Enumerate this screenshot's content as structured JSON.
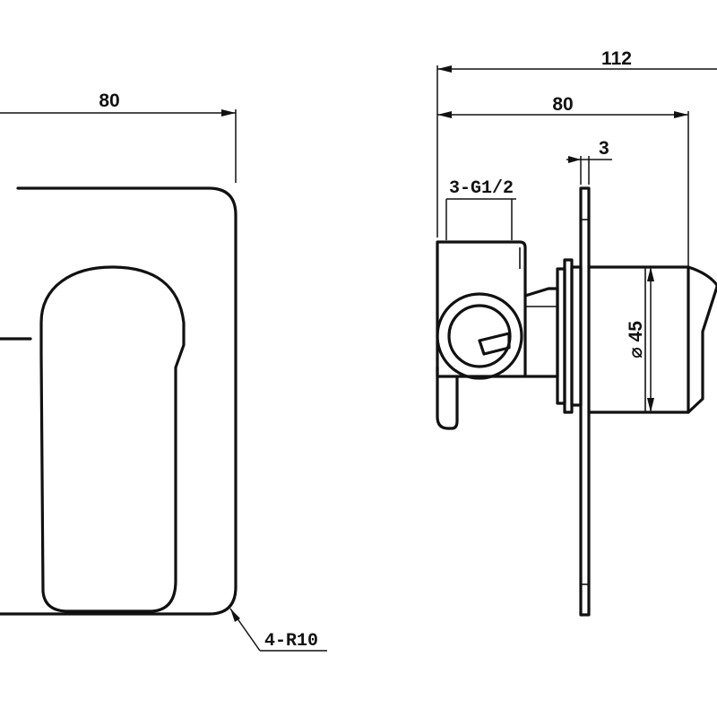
{
  "front_view": {
    "width_dim": "80",
    "corner_callout": "4-R10"
  },
  "side_view": {
    "overall_dim": "112",
    "plate_dim": "80",
    "plate_thickness_dim": "3",
    "port_callout": "3-G1/2",
    "diameter_dim": "⌀ 45"
  }
}
